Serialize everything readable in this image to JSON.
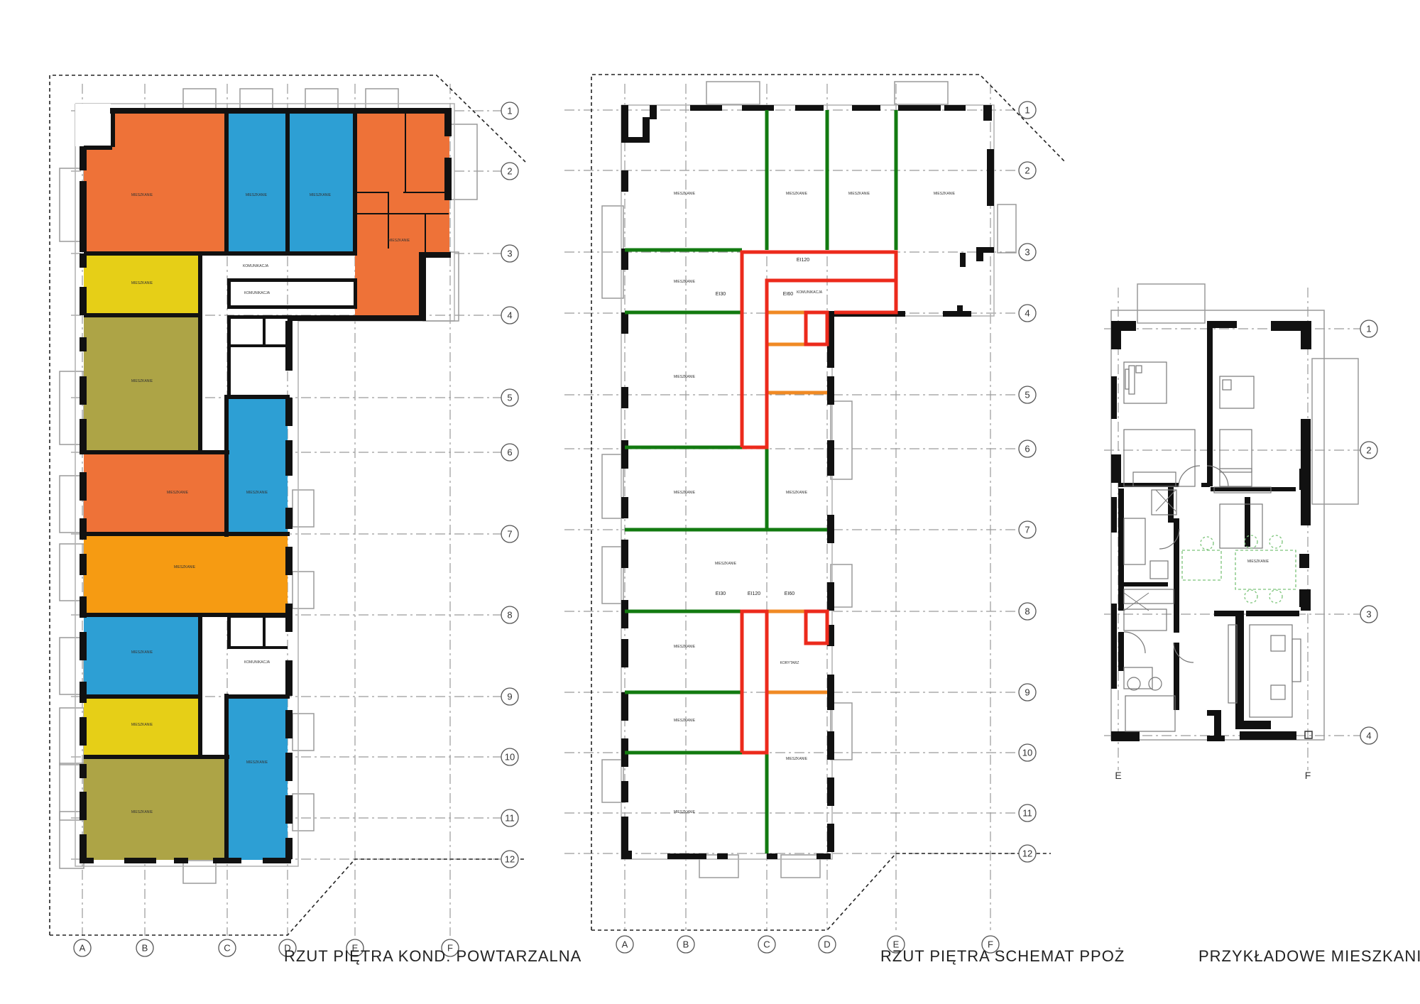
{
  "panels": [
    {
      "caption": "RZUT PIĘTRA KOND. POWTARZALNA"
    },
    {
      "caption": "RZUT PIĘTRA SCHEMAT PPOŻ"
    },
    {
      "caption": "PRZYKŁADOWE MIESZKANIE"
    }
  ],
  "axes": {
    "letters": [
      "A",
      "B",
      "C",
      "D",
      "E",
      "F"
    ],
    "numbers": [
      "1",
      "2",
      "3",
      "4",
      "5",
      "6",
      "7",
      "8",
      "9",
      "10",
      "11",
      "12"
    ],
    "apartment_letters": [
      "E",
      "F"
    ],
    "apartment_numbers": [
      "1",
      "2",
      "3",
      "4"
    ]
  },
  "room_labels": {
    "apartment": "MIESZKANIE",
    "corridor": "KOMUNIKACJA",
    "stair": "KOMUNIKACJA",
    "corridor_short": "KORYTARZ"
  },
  "fire_ratings": [
    "EI30",
    "EI120",
    "EI60"
  ],
  "colors": {
    "orange": "#ee7238",
    "blue": "#2d9fd4",
    "yellow": "#e6cf17",
    "olive": "#ada446",
    "amber": "#f69b12",
    "fire_green": "#127a10",
    "fire_red": "#ec2a1c",
    "fire_orange": "#f08a24"
  }
}
